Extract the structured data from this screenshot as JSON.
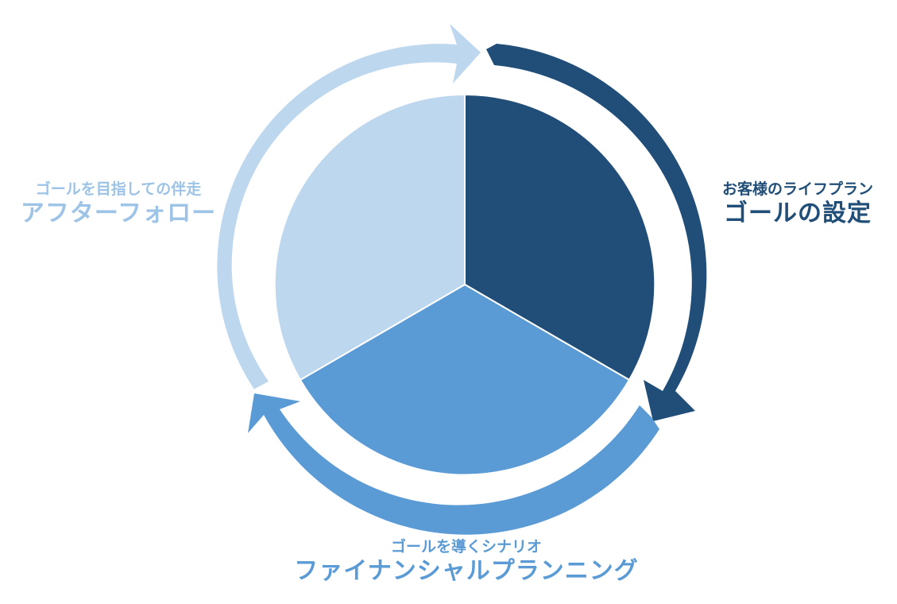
{
  "colors": {
    "dark": "#214e78",
    "medium": "#5b9bd5",
    "light": "#bdd7ee",
    "light_text": "#9dc3e6",
    "background": "#ffffff"
  },
  "stages": [
    {
      "subtitle": "お客様のライフプラン",
      "title": "ゴールの設定",
      "color": "dark"
    },
    {
      "subtitle": "ゴールを導くシナリオ",
      "title": "ファイナンシャルプランニング",
      "color": "medium"
    },
    {
      "subtitle": "ゴールを目指しての伴走",
      "title": "アフターフォロー",
      "color": "light"
    }
  ]
}
